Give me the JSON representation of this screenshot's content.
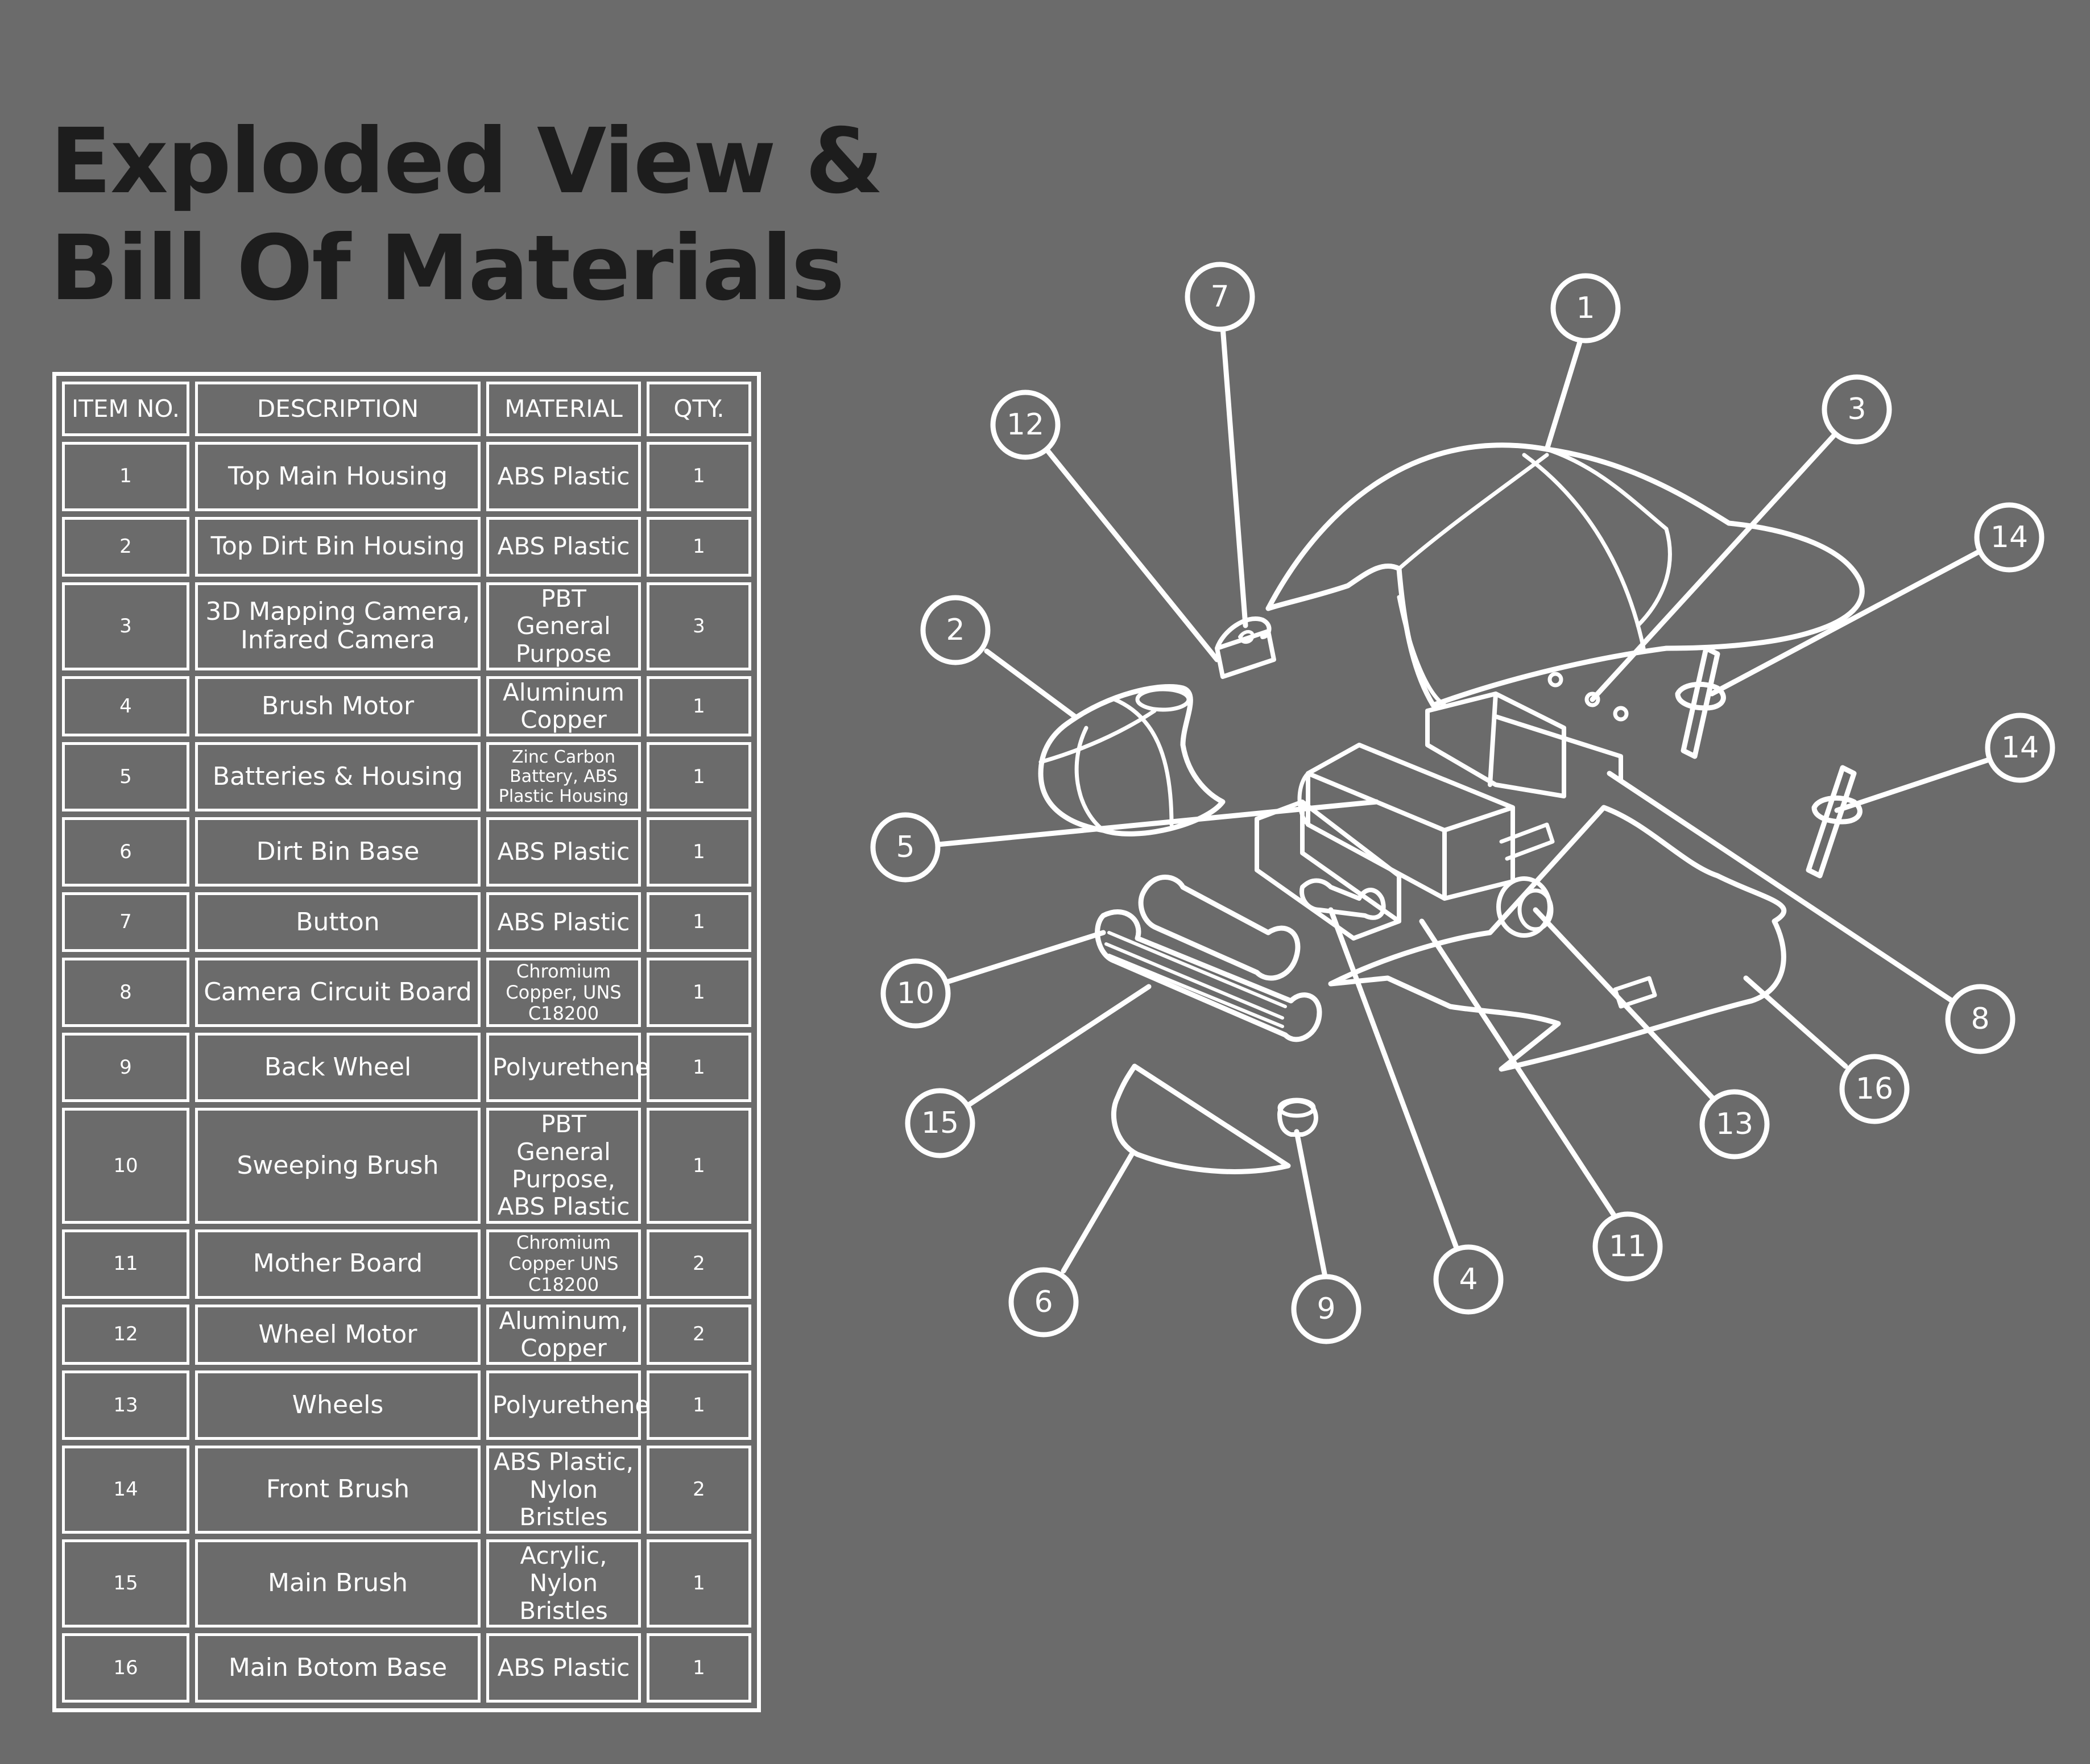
{
  "title": {
    "line1": "Exploded View &",
    "line2": "Bill Of Materials"
  },
  "bom": {
    "headers": {
      "item": "ITEM NO.",
      "description": "DESCRIPTION",
      "material": "MATERIAL",
      "qty": "QTY."
    },
    "rows": [
      {
        "item": "1",
        "description": "Top Main Housing",
        "material": "ABS Plastic",
        "qty": "1"
      },
      {
        "item": "2",
        "description": "Top Dirt Bin Housing",
        "material": "ABS Plastic",
        "qty": "1"
      },
      {
        "item": "3",
        "description": "3D Mapping Camera, Infared Camera",
        "material": "PBT General Purpose",
        "qty": "3"
      },
      {
        "item": "4",
        "description": "Brush Motor",
        "material": "Aluminum Copper",
        "qty": "1"
      },
      {
        "item": "5",
        "description": "Batteries & Housing",
        "material": "Zinc Carbon Battery, ABS Plastic Housing",
        "qty": "1"
      },
      {
        "item": "6",
        "description": "Dirt Bin Base",
        "material": "ABS Plastic",
        "qty": "1"
      },
      {
        "item": "7",
        "description": "Button",
        "material": "ABS Plastic",
        "qty": "1"
      },
      {
        "item": "8",
        "description": "Camera Circuit Board",
        "material": "Chromium Copper, UNS C18200",
        "qty": "1"
      },
      {
        "item": "9",
        "description": "Back Wheel",
        "material": "Polyurethene",
        "qty": "1"
      },
      {
        "item": "10",
        "description": "Sweeping Brush",
        "material": "PBT General Purpose, ABS Plastic",
        "qty": "1"
      },
      {
        "item": "11",
        "description": "Mother Board",
        "material": "Chromium Copper UNS C18200",
        "qty": "2"
      },
      {
        "item": "12",
        "description": "Wheel Motor",
        "material": "Aluminum, Copper",
        "qty": "2"
      },
      {
        "item": "13",
        "description": "Wheels",
        "material": "Polyurethene",
        "qty": "1"
      },
      {
        "item": "14",
        "description": "Front Brush",
        "material": "ABS Plastic, Nylon Bristles",
        "qty": "2"
      },
      {
        "item": "15",
        "description": "Main Brush",
        "material": "Acrylic, Nylon Bristles",
        "qty": "1"
      },
      {
        "item": "16",
        "description": "Main Botom Base",
        "material": "ABS Plastic",
        "qty": "1"
      }
    ]
  },
  "callouts": [
    "7",
    "1",
    "12",
    "3",
    "14",
    "2",
    "14",
    "5",
    "10",
    "8",
    "16",
    "15",
    "13",
    "11",
    "4",
    "6",
    "9"
  ],
  "colors": {
    "background": "#6b6b6b",
    "line": "#ffffff",
    "title": "#1d1d1d"
  }
}
